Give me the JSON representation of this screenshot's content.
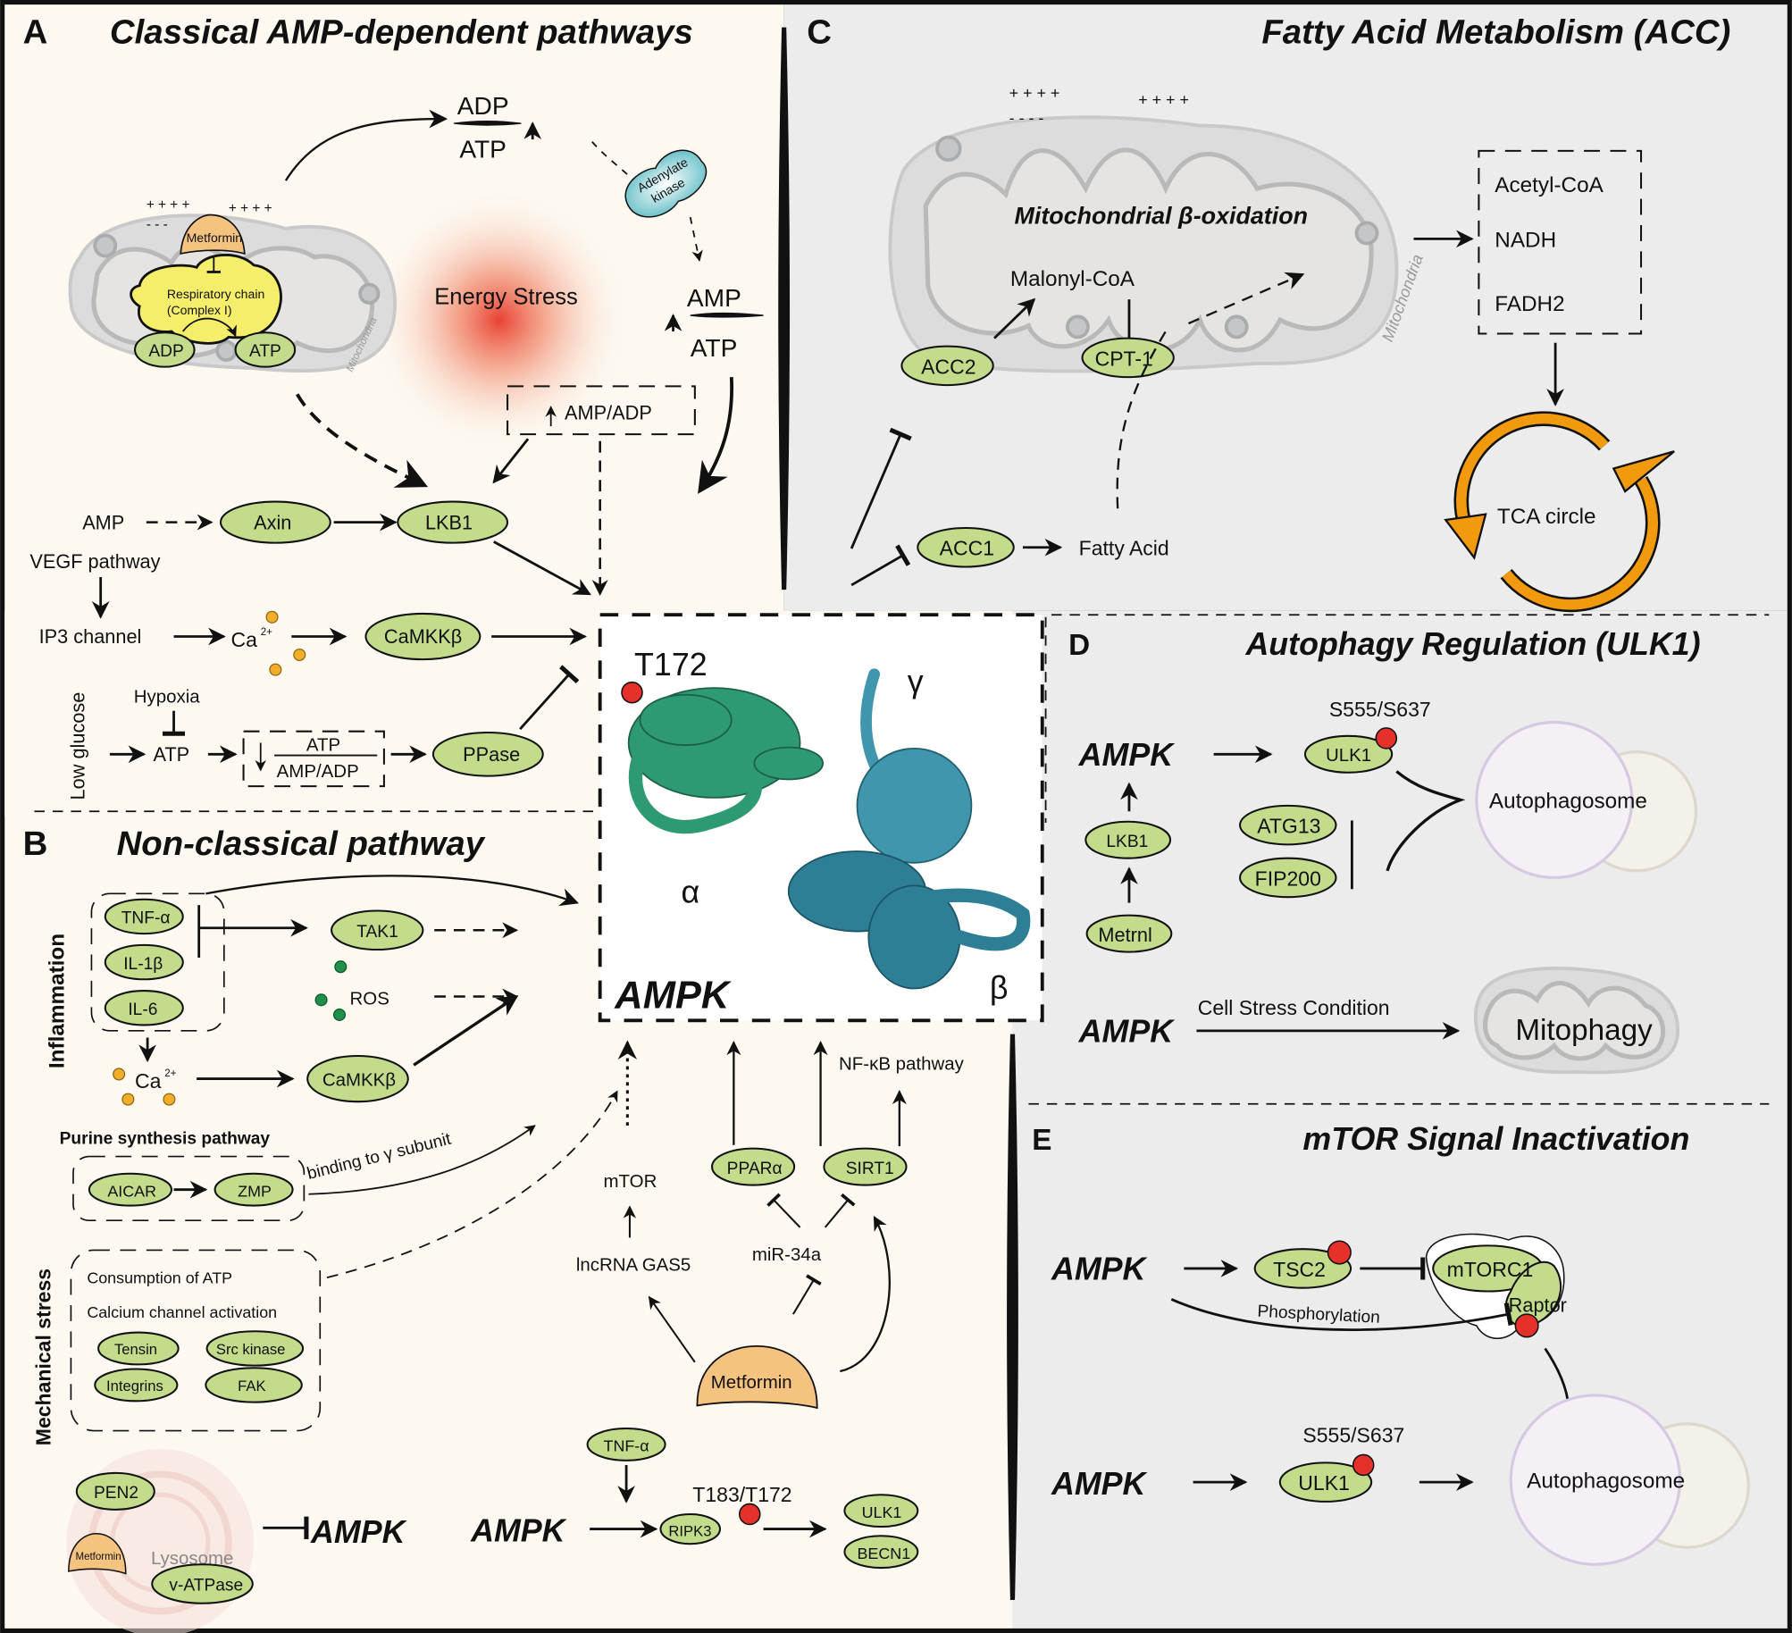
{
  "figure": {
    "panels": {
      "A": {
        "letter": "A",
        "title": "Classical AMP-dependent pathways",
        "mito_label": "Mitochondria",
        "metformin": "Metformin",
        "respiratory_chain_1": "Respiratory chain",
        "respiratory_chain_2": "(Complex I)",
        "adp": "ADP",
        "atp": "ATP",
        "ratio1_num": "ADP",
        "ratio1_den": "ATP",
        "ratio2_num": "AMP",
        "ratio2_den": "ATP",
        "adenylate_kinase_1": "Adenylate",
        "adenylate_kinase_2": "kinase",
        "energy_stress": "Energy Stress",
        "amp_adp_box": "AMP/ADP",
        "amp": "AMP",
        "axin": "Axin",
        "lkb1": "LKB1",
        "vegf": "VEGF pathway",
        "ip3": "IP3 channel",
        "ca": "Ca",
        "ca_sup": "2+",
        "camkkb": "CaMKKβ",
        "low_glucose": "Low glucose",
        "hypoxia": "Hypoxia",
        "atp2": "ATP",
        "ratio3_num": "ATP",
        "ratio3_den": "AMP/ADP",
        "ppase": "PPase",
        "plus": "+ + + +",
        "minus": "- - -"
      },
      "B": {
        "letter": "B",
        "title": "Non-classical pathway",
        "inflammation": "Inflammation",
        "tnfa": "TNF-α",
        "il1b": "IL-1β",
        "il6": "IL-6",
        "tak1": "TAK1",
        "ros": "ROS",
        "ca": "Ca",
        "ca_sup": "2+",
        "camkkb": "CaMKKβ",
        "purine": "Purine synthesis pathway",
        "aicar": "AICAR",
        "zmp": "ZMP",
        "binding": "binding to γ subunit",
        "mechanical": "Mechanical stress",
        "consumption": "Consumption of ATP",
        "calcium_channel": "Calcium channel activation",
        "tensin": "Tensin",
        "src": "Src kinase",
        "integrins": "Integrins",
        "fak": "FAK",
        "pen2": "PEN2",
        "metformin_lys": "Metformin",
        "lysosome": "Lysosome",
        "vatpase": "v-ATPase",
        "ampk_inhib": "AMPK",
        "mtor": "mTOR",
        "lncrna": "lncRNA GAS5",
        "ppara": "PPARα",
        "sirt1": "SIRT1",
        "nfkb": "NF-κB pathway",
        "mir34a": "miR-34a",
        "metformin": "Metformin",
        "tnfa2": "TNF-α",
        "ampk2": "AMPK",
        "ripk3": "RIPK3",
        "t183": "T183/T172",
        "ulk1": "ULK1",
        "becn1": "BECN1"
      },
      "center": {
        "ampk": "AMPK",
        "t172": "T172",
        "alpha": "α",
        "beta": "β",
        "gamma": "γ"
      },
      "C": {
        "letter": "C",
        "title": "Fatty Acid Metabolism (ACC)",
        "beta_ox": "Mitochondrial β-oxidation",
        "malonyl": "Malonyl-CoA",
        "acc2": "ACC2",
        "cpt1": "CPT-1",
        "acc1": "ACC1",
        "fatty_acid": "Fatty Acid",
        "mito_label": "Mitochondria",
        "products": [
          "Acetyl-CoA",
          "NADH",
          "FADH2"
        ],
        "tca": "TCA circle",
        "plus": "+ + + +",
        "minus": "- - - -"
      },
      "D": {
        "letter": "D",
        "title": "Autophagy Regulation (ULK1)",
        "ampk": "AMPK",
        "ulk1": "ULK1",
        "site": "S555/S637",
        "lkb1": "LKB1",
        "metrnl": "Metrnl",
        "atg13": "ATG13",
        "fip200": "FIP200",
        "autophagosome": "Autophagosome",
        "ampk2": "AMPK",
        "cell_stress": "Cell Stress Condition",
        "mitophagy": "Mitophagy"
      },
      "E": {
        "letter": "E",
        "title": "mTOR Signal Inactivation",
        "ampk": "AMPK",
        "tsc2": "TSC2",
        "mtorc1": "mTORC1",
        "raptor": "Raptor",
        "phosphorylation": "Phosphorylation",
        "ampk2": "AMPK",
        "site": "S555/S637",
        "ulk1": "ULK1",
        "autophagosome": "Autophagosome"
      }
    },
    "colors": {
      "panel_warm": "#fdf9f0",
      "panel_gray": "#ececec",
      "node_green": "#c2dc8c",
      "metformin_orange": "#f5c380",
      "phospho_red": "#e5312a",
      "tca_orange": "#f29a0d",
      "alpha_green": "#2e9a72",
      "beta_teal": "#2e7f95",
      "gamma_teal": "#3f96ad"
    }
  }
}
